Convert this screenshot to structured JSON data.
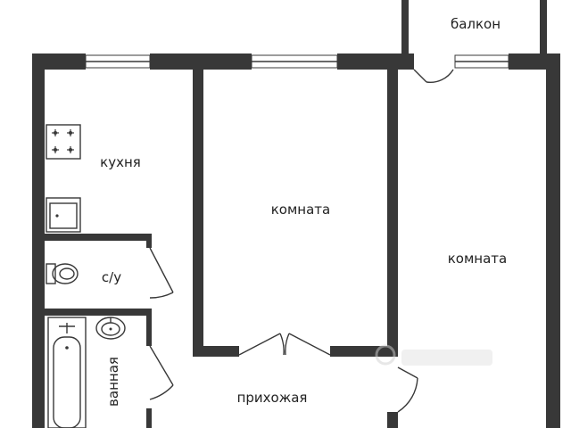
{
  "rooms": {
    "balcony": "балкон",
    "kitchen": "кухня",
    "room_left": "комната",
    "room_right": "комната",
    "wc": "с/у",
    "bathroom": "ванная",
    "hallway": "прихожая"
  },
  "colors": {
    "wall": "#383838",
    "background": "#ffffff",
    "text": "#222222",
    "watermark": "#d8d8d8"
  },
  "icons": [
    "stove-icon",
    "sink-icon",
    "toilet-icon",
    "washbasin-icon",
    "bathtub-icon",
    "door-swing-icon",
    "window-icon"
  ]
}
